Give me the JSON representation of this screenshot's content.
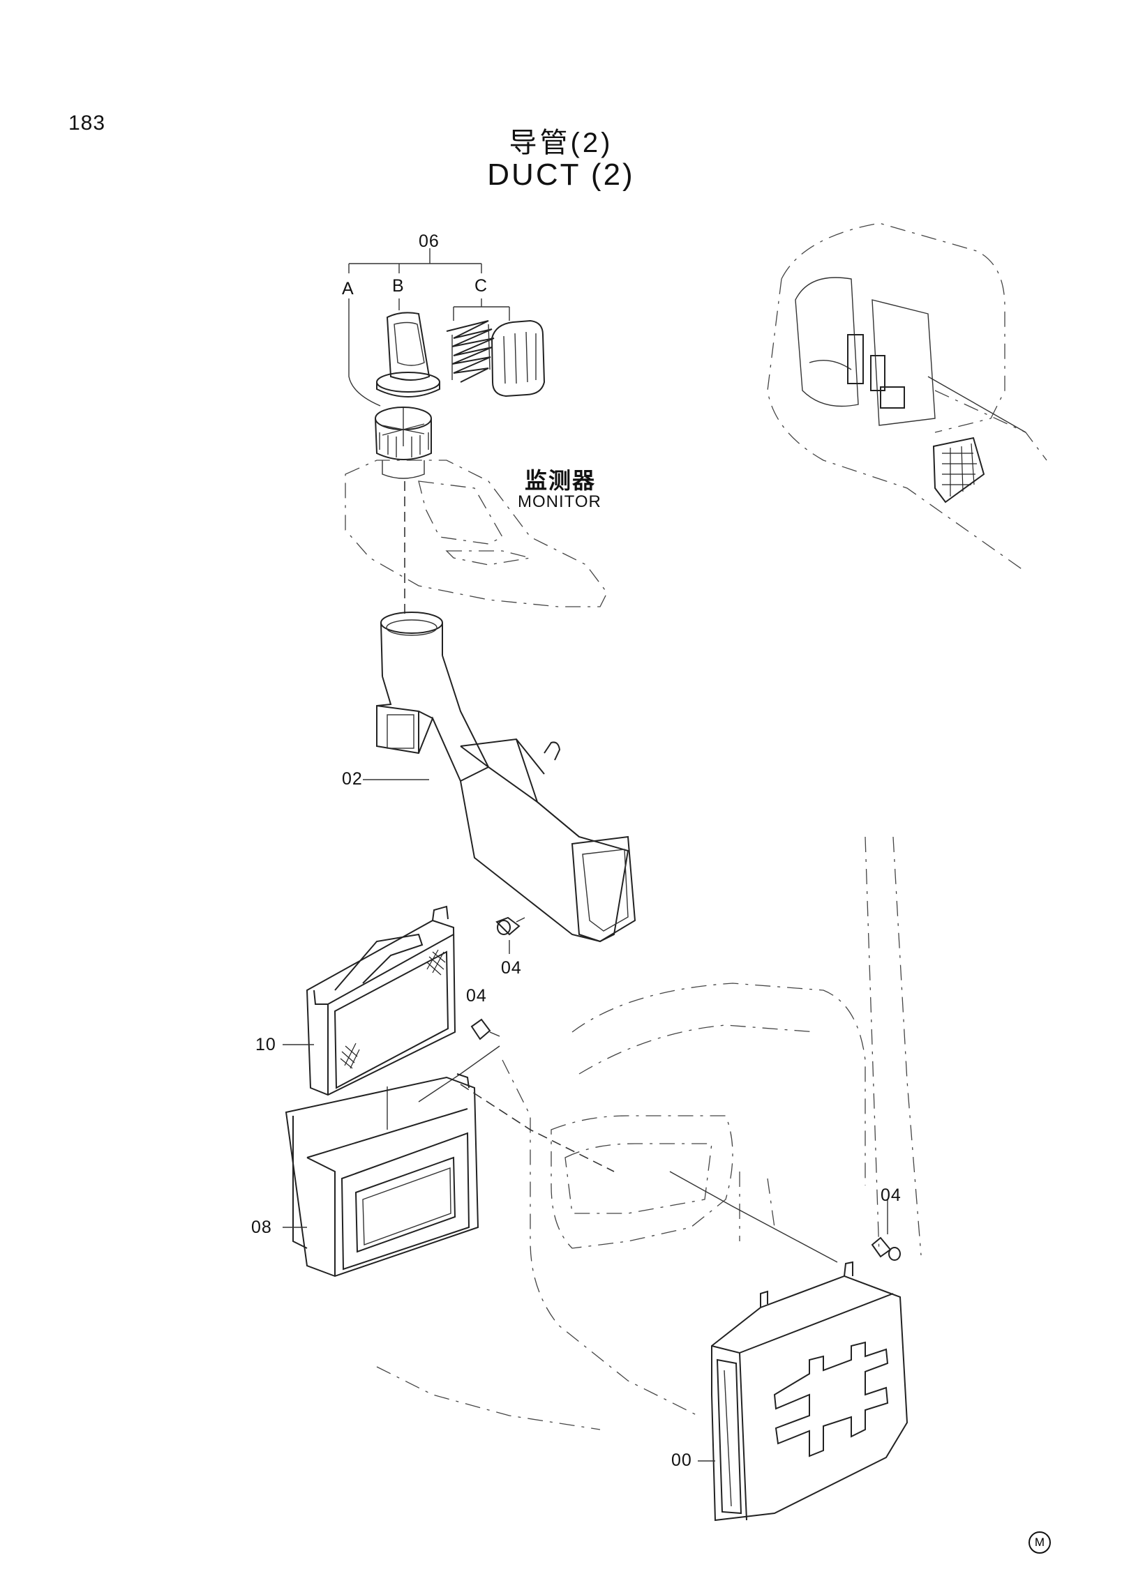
{
  "page_number": "183",
  "title": {
    "cn": "导管(2)",
    "en": "DUCT  (2)"
  },
  "callouts": {
    "p06": "06",
    "sub_a": "A",
    "sub_b": "B",
    "sub_c": "C",
    "p02": "02",
    "p04_a": "04",
    "p04_b": "04",
    "p04_c": "04",
    "p10": "10",
    "p08": "08",
    "p00": "00"
  },
  "monitor": {
    "cn": "监测器",
    "en": "MONITOR"
  },
  "mark": "M"
}
